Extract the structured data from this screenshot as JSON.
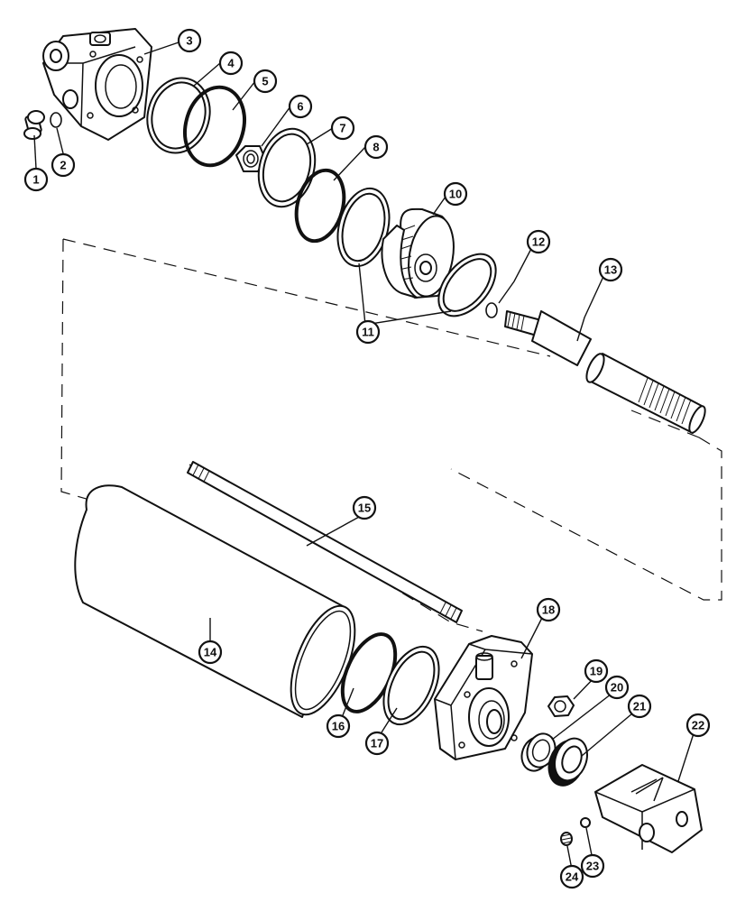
{
  "figure": {
    "callouts": [
      {
        "id": "callout-1",
        "label": "1"
      },
      {
        "id": "callout-2",
        "label": "2"
      },
      {
        "id": "callout-3",
        "label": "3"
      },
      {
        "id": "callout-4",
        "label": "4"
      },
      {
        "id": "callout-5",
        "label": "5"
      },
      {
        "id": "callout-6",
        "label": "6"
      },
      {
        "id": "callout-7",
        "label": "7"
      },
      {
        "id": "callout-8",
        "label": "8"
      },
      {
        "id": "callout-10",
        "label": "10"
      },
      {
        "id": "callout-11",
        "label": "11"
      },
      {
        "id": "callout-12",
        "label": "12"
      },
      {
        "id": "callout-13",
        "label": "13"
      },
      {
        "id": "callout-14",
        "label": "14"
      },
      {
        "id": "callout-15",
        "label": "15"
      },
      {
        "id": "callout-16",
        "label": "16"
      },
      {
        "id": "callout-17",
        "label": "17"
      },
      {
        "id": "callout-18",
        "label": "18"
      },
      {
        "id": "callout-19",
        "label": "19"
      },
      {
        "id": "callout-20",
        "label": "20"
      },
      {
        "id": "callout-21",
        "label": "21"
      },
      {
        "id": "callout-22",
        "label": "22"
      },
      {
        "id": "callout-23",
        "label": "23"
      },
      {
        "id": "callout-24",
        "label": "24"
      }
    ],
    "line_color": "#111111",
    "background": "#ffffff"
  }
}
